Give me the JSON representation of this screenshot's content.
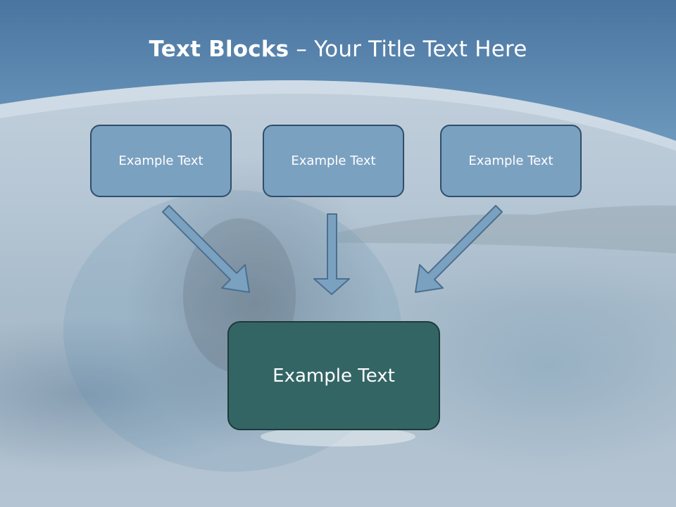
{
  "slide": {
    "title_bold": "Text Blocks",
    "title_rest": " – Your Title Text Here",
    "blocks": [
      {
        "label": "Example Text"
      },
      {
        "label": "Example Text"
      },
      {
        "label": "Example Text"
      }
    ],
    "center_label": "Example Text"
  },
  "colors": {
    "header": "#5b86ad",
    "block_fill": "#7ba1c1",
    "block_border": "#2f4e6a",
    "center_fill": "#346565",
    "arrow_fill": "#7ba1c1"
  },
  "icons": [
    "arrow-down-right-icon",
    "arrow-down-icon",
    "arrow-down-left-icon"
  ]
}
